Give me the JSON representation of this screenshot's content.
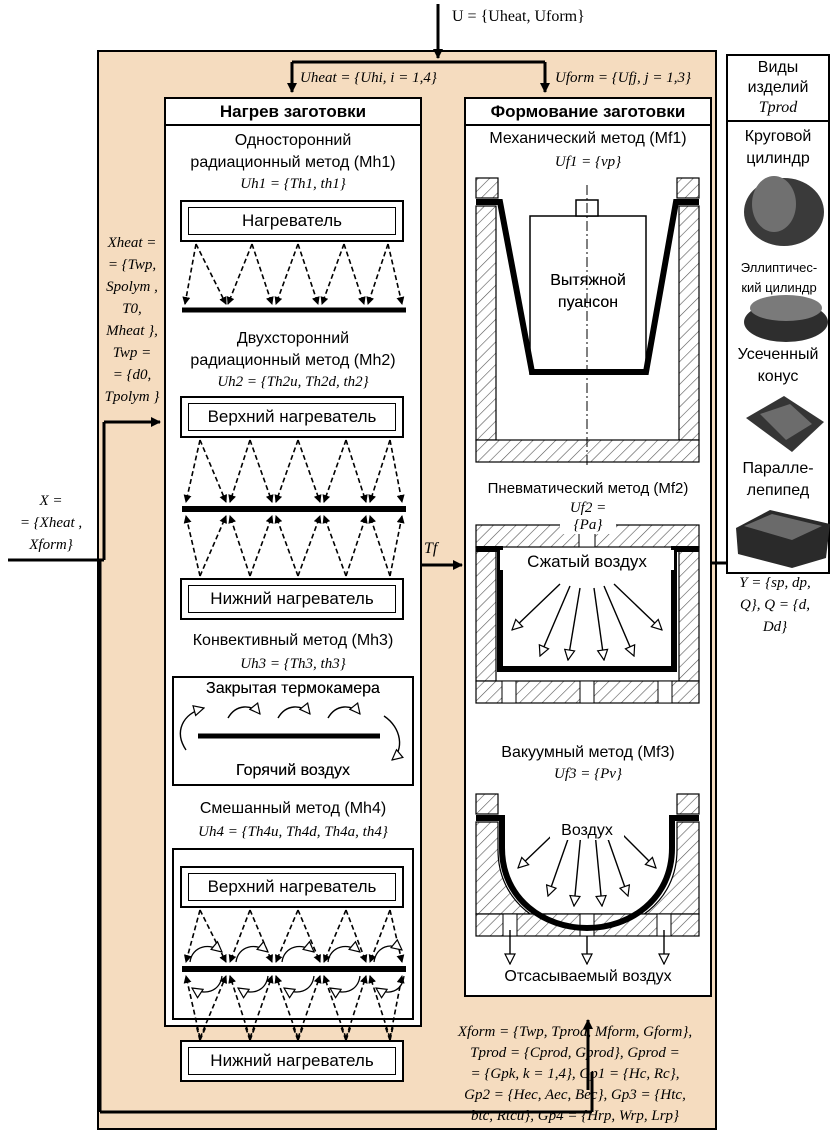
{
  "colors": {
    "panel": "#f5dcbf",
    "ink": "#000000",
    "hatch": "#555555",
    "product": "#3a3a3a"
  },
  "top_input": "U = {Uheat, Uform}",
  "u_heat": "Uheat = {Uhi, i = 1,4}",
  "u_form": "Uform = {Ufj, j = 1,3}",
  "x_input": [
    "X =",
    "= {Xheat ,",
    "Xform}"
  ],
  "x_heat": [
    "Xheat =",
    "= {Twp,",
    "Spolym ,",
    "T0,",
    "Mheat },",
    "Twp =",
    "= {d0,",
    "Tpolym }"
  ],
  "tf": "Tf",
  "output": [
    "Y = {sp, dp,",
    "Q}, Q = {d,",
    "Dd}"
  ],
  "bottom_params": [
    "Xform = {Twp, Tprod, Mform, Gform},",
    "Tprod = {Cprod, Gprod}, Gprod =",
    "= {Gpk, k = 1,4}, Gp1 = {Hc, Rc},",
    "Gp2 = {Hec, Aec, Bec}, Gp3 = {Htc,",
    "btc, Rtcu}, Gp4 = {Hrp, Wrp, Lrp}"
  ],
  "heating": {
    "title": "Нагрев заготовки",
    "m1": {
      "name": [
        "Односторонний",
        "радиационный метод (Mh1)"
      ],
      "u": "Uh1 = {Th1, th1}",
      "heater": "Нагреватель"
    },
    "m2": {
      "name": [
        "Двухсторонний",
        "радиационный метод (Mh2)"
      ],
      "u": "Uh2 = {Th2u, Th2d, th2}",
      "upper": "Верхний нагреватель",
      "lower": "Нижний нагреватель"
    },
    "m3": {
      "name": "Конвективный метод (Mh3)",
      "u": "Uh3 = {Th3, th3}",
      "chamber": "Закрытая термокамера",
      "air": "Горячий воздух"
    },
    "m4": {
      "name": "Смешанный метод (Mh4)",
      "u": "Uh4 = {Th4u, Th4d, Th4a, th4}",
      "upper": "Верхний нагреватель",
      "lower": "Нижний нагреватель"
    }
  },
  "forming": {
    "title": "Формование заготовки",
    "m1": {
      "name": "Механический метод (Mf1)",
      "u": "Uf1 = {vp}",
      "punch": [
        "Вытяжной",
        "пуансон"
      ]
    },
    "m2": {
      "name": "Пневматический метод (Mf2)",
      "u": "Uf2 = {Pa}",
      "air": "Сжатый воздух"
    },
    "m3": {
      "name": "Вакуумный метод (Mf3)",
      "u": "Uf3 = {Pv}",
      "air": "Воздух",
      "suction": "Отсасываемый воздух"
    }
  },
  "products": {
    "title": [
      "Виды",
      "изделий",
      "Tprod"
    ],
    "items": [
      [
        "Круговой",
        "цилиндр"
      ],
      [
        "Эллиптичес-",
        "кий цилиндр"
      ],
      [
        "Усеченный",
        "конус"
      ],
      [
        "Паралле-",
        "лепипед"
      ]
    ]
  }
}
